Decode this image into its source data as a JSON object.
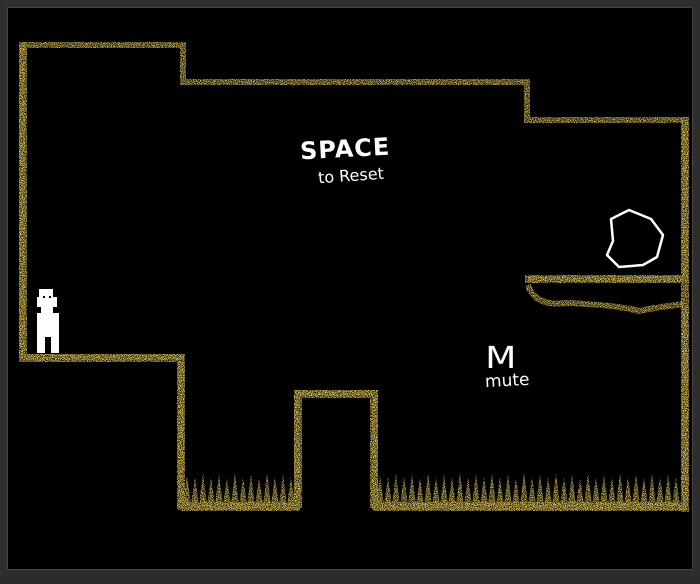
{
  "colors": {
    "background": "#000000",
    "terrain": "#d4a01a",
    "text": "#ffffff",
    "player": "#ffffff",
    "frame": "#2e2e2e"
  },
  "hints": {
    "reset_key": "SPACE",
    "reset_action": "to Reset",
    "mute_key": "M",
    "mute_action": "mute"
  },
  "icons": {
    "player": "player-figure",
    "goal": "goal-rock-icon",
    "hazard": "spike-icon"
  }
}
